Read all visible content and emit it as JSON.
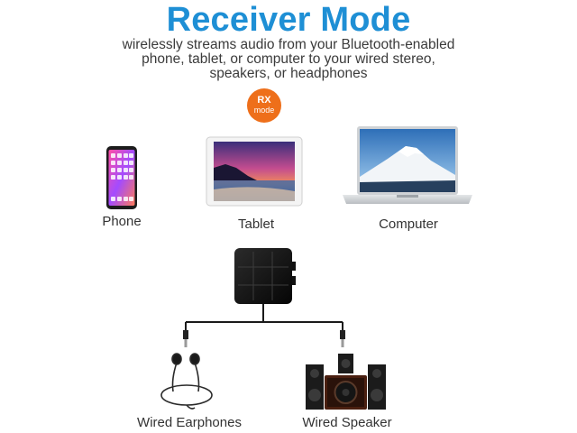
{
  "header": {
    "title": "Receiver Mode",
    "subtitle_lines": [
      "wirelessly streams audio from your Bluetooth-enabled",
      "phone, tablet, or computer to your wired stereo,",
      "speakers, or headphones"
    ]
  },
  "badge": {
    "line1": "RX",
    "line2": "mode",
    "color": "#ee6f1a"
  },
  "sources": [
    {
      "label": "Phone",
      "icon": "phone-icon"
    },
    {
      "label": "Tablet",
      "icon": "tablet-icon"
    },
    {
      "label": "Computer",
      "icon": "laptop-icon"
    }
  ],
  "device": {
    "icon": "bluetooth-receiver-icon"
  },
  "outputs": [
    {
      "label": "Wired Earphones",
      "icon": "earphones-icon"
    },
    {
      "label": "Wired Speaker",
      "icon": "speaker-system-icon"
    }
  ],
  "colors": {
    "title": "#1e8fd5",
    "text": "#333333",
    "accent": "#ee6f1a"
  }
}
